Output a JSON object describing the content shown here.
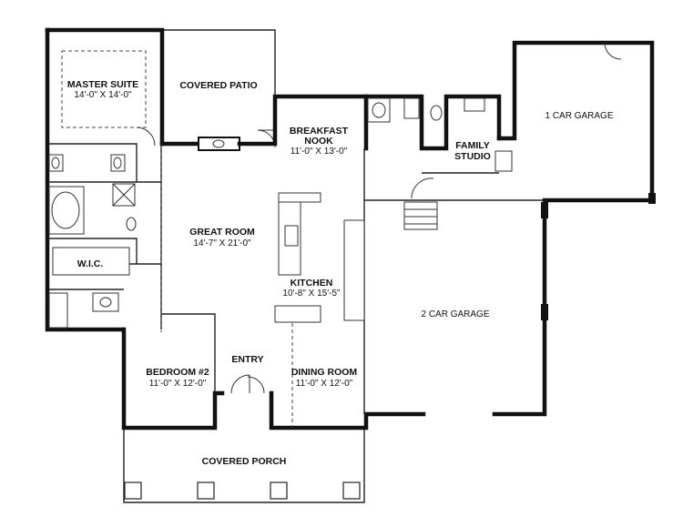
{
  "rooms": {
    "master_suite": {
      "name": "MASTER SUITE",
      "dim": "14'-0\" X 14'-0\""
    },
    "covered_patio": {
      "name": "COVERED PATIO"
    },
    "breakfast_nook": {
      "name_line1": "BREAKFAST",
      "name_line2": "NOOK",
      "dim": "11'-0\" X 13'-0\""
    },
    "family_studio": {
      "name_line1": "FAMILY",
      "name_line2": "STUDIO"
    },
    "one_car_garage": {
      "name": "1 CAR GARAGE"
    },
    "great_room": {
      "name": "GREAT ROOM",
      "dim": "14'-7\" X 21'-0\""
    },
    "kitchen": {
      "name": "KITCHEN",
      "dim": "10'-8\" X 15'-5\""
    },
    "two_car_garage": {
      "name": "2 CAR GARAGE"
    },
    "wic": {
      "name": "W.I.C."
    },
    "entry": {
      "name": "ENTRY"
    },
    "bedroom2": {
      "name": "BEDROOM #2",
      "dim": "11'-0\" X 12'-0\""
    },
    "dining_room": {
      "name": "DINING ROOM",
      "dim": "11'-0\" X 12'-0\""
    },
    "covered_porch": {
      "name": "COVERED PORCH"
    }
  }
}
